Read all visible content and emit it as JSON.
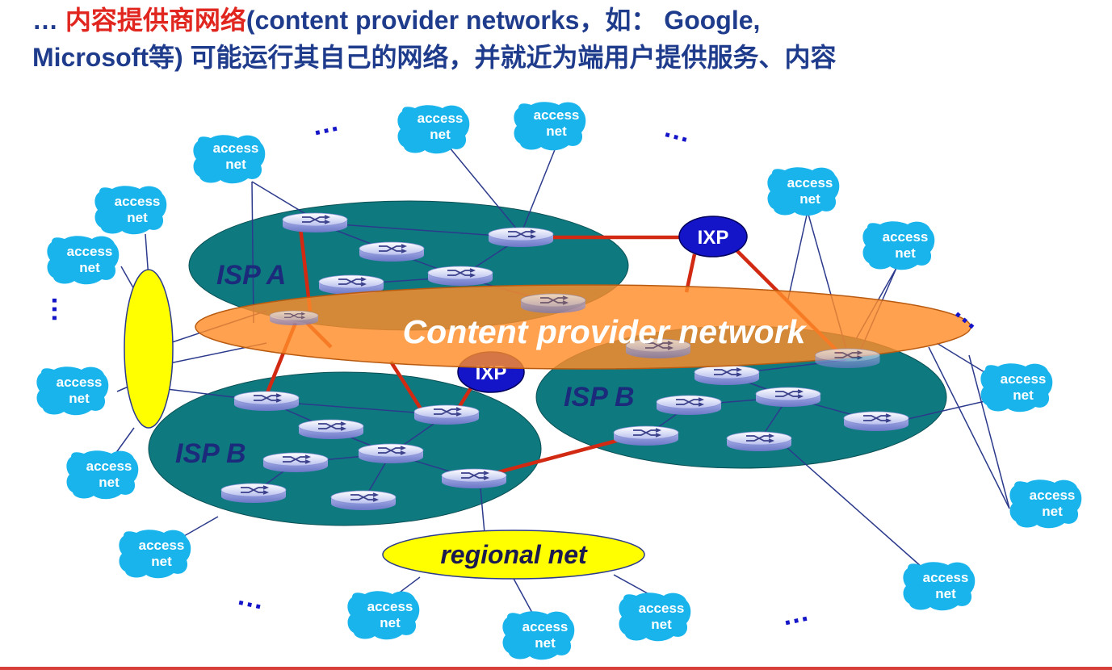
{
  "title": {
    "lead": "… ",
    "highlight": "内容提供商网络",
    "rest_line1": "(content provider networks，如： Google,",
    "rest_line2": "Microsoft等) 可能运行其自己的网络，并就近为端用户提供服务、内容"
  },
  "diagram": {
    "content_provider_label": "Content provider network",
    "isp_a_label": "ISP A",
    "isp_b_left_label": "ISP B",
    "isp_b_right_label": "ISP B",
    "ixp_label": "IXP",
    "regional_net_label": "regional net",
    "access_net_label_line1": "access",
    "access_net_label_line2": "net",
    "ellipsis": "…",
    "colors": {
      "isp": "#0e7a80",
      "content_provider": "#ff8c28",
      "ixp": "#1414c8",
      "regional": "#ffff00",
      "access_cloud": "#1ab4ec",
      "link_red": "#d22a12",
      "link_blue": "#2c3a8c",
      "title_blue": "#1f3c8c",
      "title_red": "#e0261f"
    }
  }
}
